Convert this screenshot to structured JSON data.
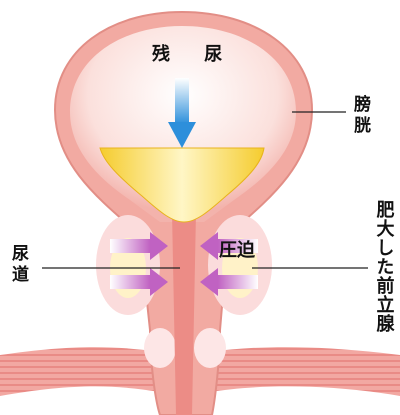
{
  "labels": {
    "residual_urine": "残 尿",
    "bladder": "膀胱",
    "urethra": "尿道",
    "compression": "圧迫",
    "enlarged_prostate": "肥大した前立腺"
  },
  "colors": {
    "bladder_wall": "#ee9f99",
    "bladder_inner": "#fbe4e1",
    "urine": "#f6d447",
    "prostate": "#fbdcdc",
    "prostate_core": "#fff7c8",
    "urethra": "#ec8c86",
    "arrow_down": "#3f9fe0",
    "arrow_press": "#c46fc6",
    "muscle": "#e98b86",
    "leader_line": "#222222"
  },
  "icons": {
    "down_arrow": "arrow-down-icon",
    "press_arrows": "arrow-right-icon arrow-left-icon"
  }
}
